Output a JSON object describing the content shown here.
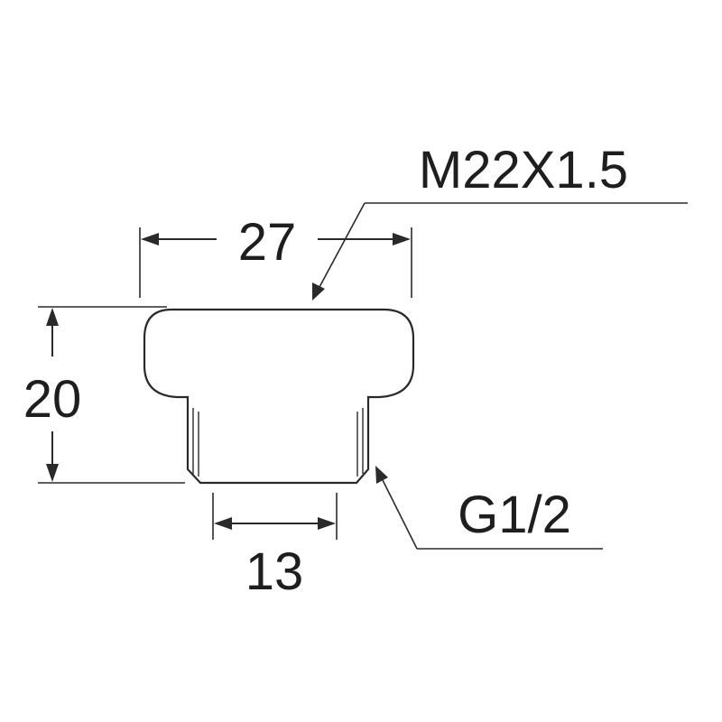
{
  "dimensions": {
    "width_label": "27",
    "height_label": "20",
    "bottom_label": "13"
  },
  "callouts": {
    "top_thread": "M22X1.5",
    "bottom_thread": "G1/2"
  }
}
